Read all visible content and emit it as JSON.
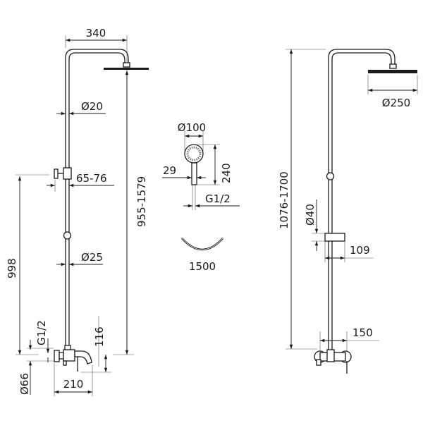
{
  "title": "Shower system dimensional drawing",
  "left_system": {
    "arm_length": "340",
    "arm_diameter": "Ø20",
    "holder_range": "65-76",
    "head_height_range": "955-1579",
    "outlet_height": "998",
    "rail_diameter": "Ø25",
    "inlet_thread": "G1/2",
    "flange_diameter": "Ø66",
    "spout_drop": "116",
    "spout_reach": "210"
  },
  "hand_shower": {
    "head_diameter": "Ø100",
    "length": "240",
    "handle_width": "29",
    "thread": "G1/2",
    "hose_length": "1500"
  },
  "right_system": {
    "overall_height_range": "1076-1700",
    "head_diameter": "Ø250",
    "holder_height": "Ø40",
    "holder_depth": "109",
    "mixer_offset": "150"
  }
}
